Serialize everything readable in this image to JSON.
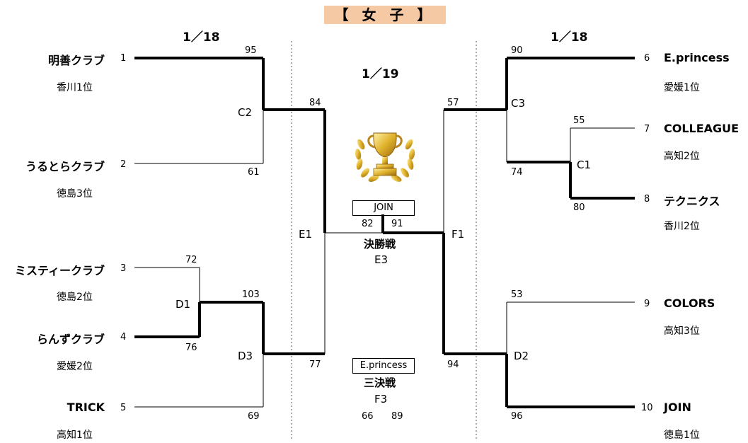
{
  "title": "【 女 子 】",
  "dates": {
    "left": "1／18",
    "right": "1／18",
    "center": "1／19"
  },
  "teams": [
    {
      "seed": "1",
      "name": "明善クラブ",
      "rank": "香川1位"
    },
    {
      "seed": "2",
      "name": "うるとらクラブ",
      "rank": "徳島3位"
    },
    {
      "seed": "3",
      "name": "ミスティークラブ",
      "rank": "徳島2位"
    },
    {
      "seed": "4",
      "name": "らんずクラブ",
      "rank": "愛媛2位"
    },
    {
      "seed": "5",
      "name": "TRICK",
      "rank": "高知1位"
    },
    {
      "seed": "6",
      "name": "E.princess",
      "rank": "愛媛1位"
    },
    {
      "seed": "7",
      "name": "COLLEAGUE",
      "rank": "高知2位"
    },
    {
      "seed": "8",
      "name": "テクニクス",
      "rank": "香川2位"
    },
    {
      "seed": "9",
      "name": "COLORS",
      "rank": "高知3位"
    },
    {
      "seed": "10",
      "name": "JOIN",
      "rank": "徳島1位"
    }
  ],
  "matches": {
    "C2": {
      "code": "C2",
      "top": "95",
      "bottom": "61"
    },
    "D1": {
      "code": "D1",
      "top": "72",
      "bottom": "76"
    },
    "D3": {
      "code": "D3",
      "top": "103",
      "bottom": "69"
    },
    "E1": {
      "code": "E1",
      "top": "84",
      "bottom": "77"
    },
    "C1": {
      "code": "C1",
      "top": "55",
      "bottom": "80"
    },
    "C3": {
      "code": "C3",
      "top": "90",
      "bottom": "74"
    },
    "D2": {
      "code": "D2",
      "top": "53",
      "bottom": "96"
    },
    "F1": {
      "code": "F1",
      "top": "57",
      "bottom": "94"
    }
  },
  "final": {
    "winner": "JOIN",
    "label": "決勝戦",
    "code": "E3",
    "left_score": "82",
    "right_score": "91"
  },
  "third": {
    "winner": "E.princess",
    "label": "三決戦",
    "code": "F3",
    "left_score": "66",
    "right_score": "89"
  },
  "trophy_icon": "trophy-with-laurel-icon"
}
